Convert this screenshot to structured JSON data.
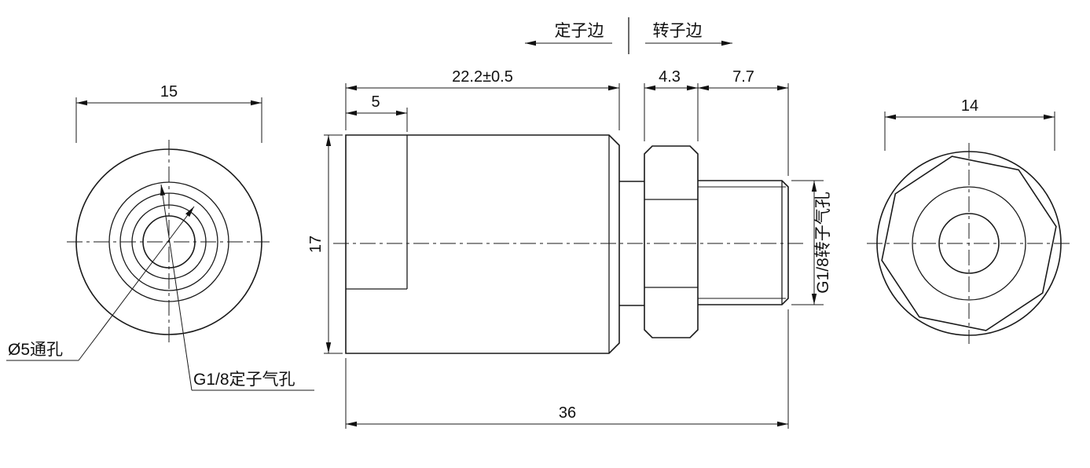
{
  "header": {
    "stator_side": "定子边",
    "rotor_side": "转子边"
  },
  "left_view": {
    "dim_diameter": "15",
    "callout_through_hole": "Ø5通孔",
    "callout_stator_port": "G1/8定子气孔"
  },
  "front_view": {
    "dim_body_length": "22.2±0.5",
    "dim_counterbore_depth": "5",
    "dim_height": "17",
    "dim_nut_width": "4.3",
    "dim_thread_length": "7.7",
    "dim_overall_length": "36",
    "callout_rotor_port": "G1/8转子气孔"
  },
  "right_view": {
    "dim_width": "14"
  }
}
